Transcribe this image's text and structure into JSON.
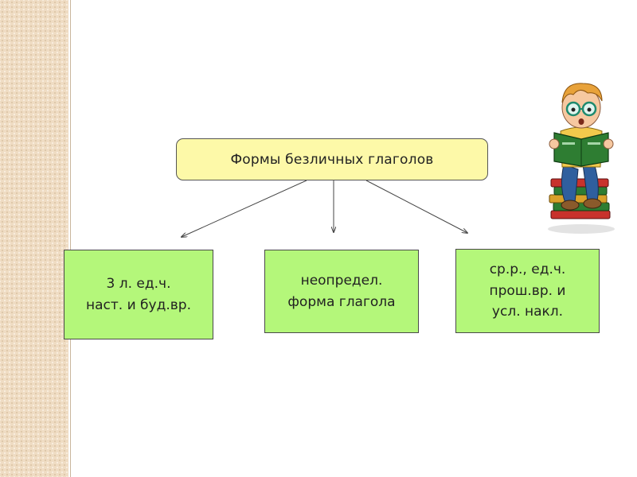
{
  "diagram": {
    "root": {
      "label": "Формы безличных глаголов"
    },
    "children": [
      {
        "lines": [
          "3 л. ед.ч.",
          "наст. и буд.вр."
        ]
      },
      {
        "lines": [
          "неопредел.",
          "форма глагола"
        ]
      },
      {
        "lines": [
          "ср.р., ед.ч.",
          "прош.вр. и",
          "усл. накл."
        ]
      }
    ]
  },
  "icons": [
    "reading-boy-illustration"
  ],
  "colors": {
    "root_fill": "#fdf9a8",
    "child_fill": "#b4f77a",
    "side_strip": "#efdcc3"
  }
}
